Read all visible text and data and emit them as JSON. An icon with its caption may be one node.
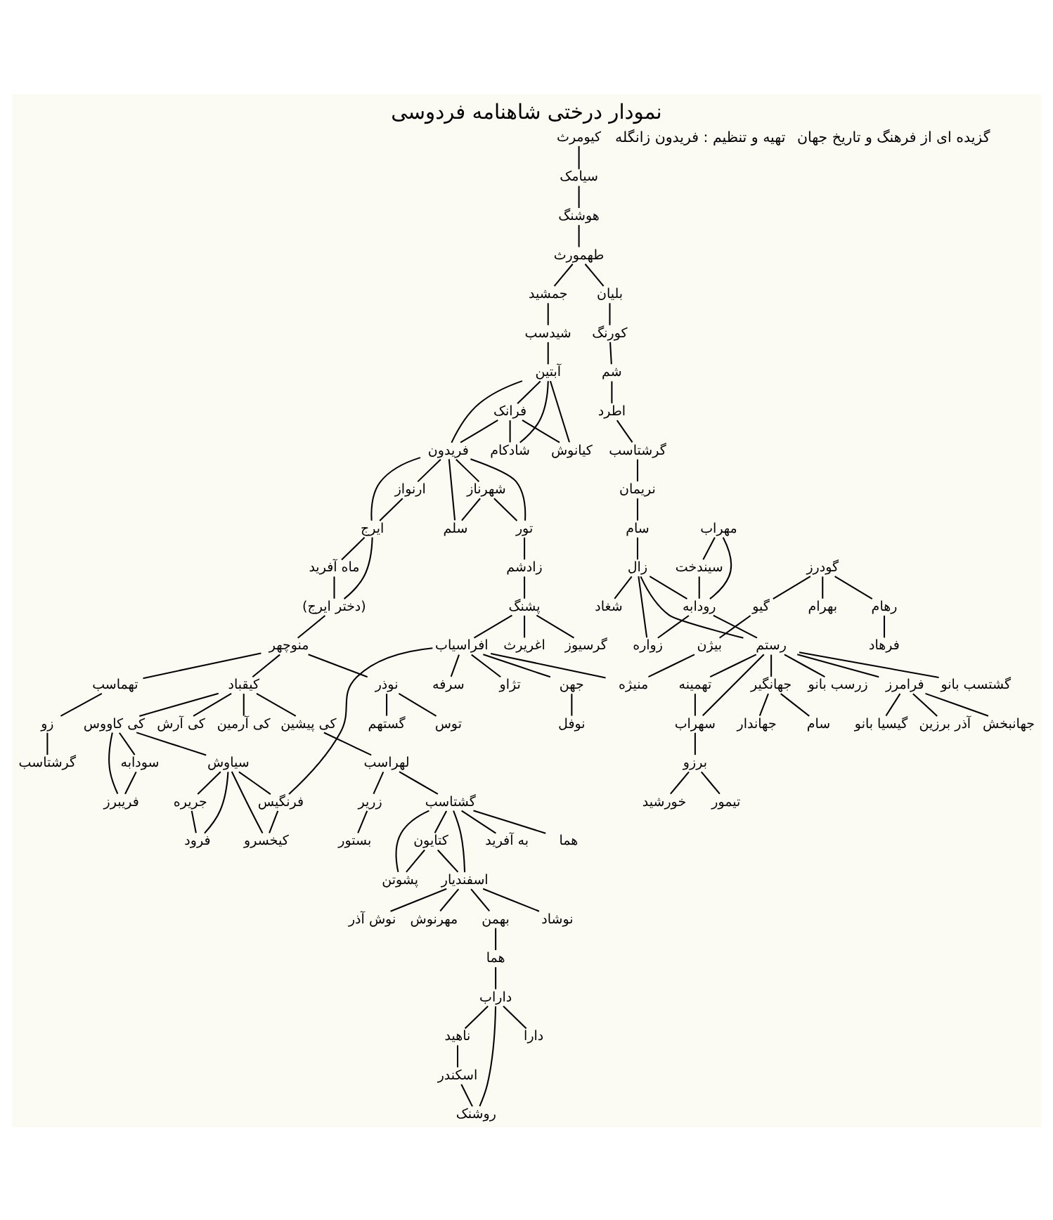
{
  "diagram": {
    "title": "نمودار درختی شاهنامه فردوسی",
    "nodes": [
      {
        "text": [
          "کیومرث"
        ]
      },
      {
        "text": [
          "سیامک"
        ]
      },
      {
        "text": [
          "هوشنگ"
        ]
      },
      {
        "text": [
          "طهمورث"
        ]
      },
      {
        "text": [
          "جمشید"
        ]
      },
      {
        "text": [
          "بلیان"
        ]
      },
      {
        "text": [
          "شیدسب"
        ]
      },
      {
        "text": [
          "کورنگ"
        ]
      },
      {
        "text": [
          "آبتین"
        ]
      },
      {
        "text": [
          "فرانک"
        ]
      },
      {
        "text": [
          "شم"
        ]
      },
      {
        "text": [
          "کیانوش"
        ]
      },
      {
        "text": [
          "ارنواز"
        ]
      },
      {
        "text": [
          "فریدون"
        ]
      },
      {
        "text": [
          "شهرناز"
        ]
      },
      {
        "text": [
          "شادکام"
        ]
      },
      {
        "text": [
          "اطرد"
        ]
      },
      {
        "text": [
          "سلم"
        ]
      },
      {
        "text": [
          "تور"
        ]
      },
      {
        "text": [
          "ایرج"
        ]
      },
      {
        "text": [
          "ماه آفرید"
        ]
      },
      {
        "text": [
          "گرشتاسب"
        ]
      },
      {
        "text": [
          "(دختر ایرج)"
        ]
      },
      {
        "text": [
          "زادشم"
        ]
      },
      {
        "text": [
          "گودرز"
        ]
      },
      {
        "text": [
          "نریمان"
        ]
      },
      {
        "text": [
          "پشنگ"
        ]
      },
      {
        "text": [
          "منوچهر"
        ]
      },
      {
        "text": [
          "بهرام"
        ]
      },
      {
        "text": [
          "رهام"
        ]
      },
      {
        "text": [
          "گیو"
        ]
      },
      {
        "text": [
          "سام"
        ]
      },
      {
        "text": [
          "سیندخت"
        ]
      },
      {
        "text": [
          "مهراب"
        ]
      },
      {
        "text": [
          "اغریرث"
        ]
      },
      {
        "text": [
          "گرسیوز"
        ]
      },
      {
        "text": [
          "افراسیاب"
        ]
      },
      {
        "text": [
          "کیقباد"
        ]
      },
      {
        "text": [
          "نوذر"
        ]
      },
      {
        "text": [
          "تهماسب"
        ]
      },
      {
        "text": [
          "فرهاد"
        ]
      },
      {
        "text": [
          "رودابه"
        ]
      },
      {
        "text": [
          "زال"
        ]
      },
      {
        "text": [
          "زو"
        ]
      },
      {
        "text": [
          "توس"
        ]
      },
      {
        "text": [
          "گستهم"
        ]
      },
      {
        "text": [
          "تژاو"
        ]
      },
      {
        "text": [
          "جهن"
        ]
      },
      {
        "text": [
          "سرفه"
        ]
      },
      {
        "text": [
          "منیژه"
        ]
      },
      {
        "text": [
          "بیژن"
        ]
      },
      {
        "text": [
          "گرشتاسب"
        ]
      },
      {
        "text": [
          "نوفل"
        ]
      },
      {
        "text": [
          "شغاد"
        ]
      },
      {
        "text": [
          "تهمینه"
        ]
      },
      {
        "text": [
          "رستم"
        ]
      },
      {
        "text": [
          "زواره"
        ]
      },
      {
        "text": [
          "کی آرش"
        ]
      },
      {
        "text": [
          "کی آرمین"
        ]
      },
      {
        "text": [
          "کی پیشین"
        ]
      },
      {
        "text": [
          "سودابه"
        ]
      },
      {
        "text": [
          "کی کاووس"
        ]
      },
      {
        "text": [
          "سهراب"
        ]
      },
      {
        "text": [
          "جهانگیر"
        ]
      },
      {
        "text": [
          "زرسب بانو"
        ]
      },
      {
        "text": [
          "فرامرز"
        ]
      },
      {
        "text": [
          "گشتسب بانو"
        ]
      },
      {
        "text": [
          "فریبرز"
        ]
      },
      {
        "text": [
          "لهراسب"
        ]
      },
      {
        "text": [
          "جریره"
        ]
      },
      {
        "text": [
          "سیاوش"
        ]
      },
      {
        "text": [
          "فرنگیس"
        ]
      },
      {
        "text": [
          "برزو"
        ]
      },
      {
        "text": [
          "سام"
        ]
      },
      {
        "text": [
          "جهاندار"
        ]
      },
      {
        "text": [
          "گیسیا بانو"
        ]
      },
      {
        "text": [
          "آذر برزین"
        ]
      },
      {
        "text": [
          "جهانبخش"
        ]
      },
      {
        "text": [
          "کیخسرو"
        ]
      },
      {
        "text": [
          "فرود"
        ]
      },
      {
        "text": [
          "زریر"
        ]
      },
      {
        "text": [
          "گشتاسب"
        ]
      },
      {
        "text": [
          "کتایون"
        ]
      },
      {
        "text": [
          "تیمور"
        ]
      },
      {
        "text": [
          "خورشید"
        ]
      },
      {
        "text": [
          "بستور"
        ]
      },
      {
        "text": [
          "به آفرید"
        ]
      },
      {
        "text": [
          "هما"
        ]
      },
      {
        "text": [
          "پشوتن"
        ]
      },
      {
        "text": [
          "اسفندیار"
        ]
      },
      {
        "text": [
          "نوش آذر"
        ]
      },
      {
        "text": [
          "مهرنوش"
        ]
      },
      {
        "text": [
          "بهمن"
        ]
      },
      {
        "text": [
          "نوشاد"
        ]
      },
      {
        "text": [
          "هما"
        ]
      },
      {
        "text": [
          "ناهید"
        ]
      },
      {
        "text": [
          "داراب"
        ]
      },
      {
        "text": [
          "اسکندر"
        ]
      },
      {
        "text": [
          "روشنک"
        ]
      },
      {
        "text": [
          "دارا"
        ]
      }
    ],
    "edges": [
      {
        "from": 0,
        "to": 1,
        "arrow": "none"
      },
      {
        "from": 1,
        "to": 2,
        "arrow": "none"
      },
      {
        "from": 2,
        "to": 3,
        "arrow": "none"
      },
      {
        "from": 3,
        "to": 4,
        "arrow": "none"
      },
      {
        "from": 3,
        "to": 5,
        "arrow": "none"
      },
      {
        "from": 4,
        "to": 6,
        "arrow": "none"
      },
      {
        "from": 6,
        "to": 8,
        "arrow": "none"
      },
      {
        "from": 8,
        "to": 9,
        "arrow": "none"
      },
      {
        "from": 8,
        "to": 11,
        "arrow": "none"
      },
      {
        "from": 9,
        "to": 11,
        "arrow": "none"
      },
      {
        "from": 8,
        "to": 13,
        "arrow": "none"
      },
      {
        "from": 9,
        "to": 13,
        "arrow": "none"
      },
      {
        "from": 8,
        "to": 15,
        "arrow": "none"
      },
      {
        "from": 9,
        "to": 15,
        "arrow": "none"
      },
      {
        "from": 13,
        "to": 12,
        "arrow": "none"
      },
      {
        "from": 13,
        "to": 14,
        "arrow": "none"
      },
      {
        "from": 13,
        "to": 17,
        "arrow": "none"
      },
      {
        "from": 14,
        "to": 17,
        "arrow": "none"
      },
      {
        "from": 13,
        "to": 18,
        "arrow": "none"
      },
      {
        "from": 14,
        "to": 18,
        "arrow": "none"
      },
      {
        "from": 13,
        "to": 19,
        "arrow": "none"
      },
      {
        "from": 12,
        "to": 19,
        "arrow": "none"
      },
      {
        "from": 19,
        "to": 20,
        "arrow": "none"
      },
      {
        "from": 19,
        "to": 22,
        "arrow": "none"
      },
      {
        "from": 20,
        "to": 22,
        "arrow": "none"
      },
      {
        "from": 22,
        "to": 27,
        "arrow": "none"
      },
      {
        "from": 27,
        "to": 37,
        "arrow": "none"
      },
      {
        "from": 27,
        "to": 38,
        "arrow": "none"
      },
      {
        "from": 27,
        "to": 39,
        "arrow": "none"
      },
      {
        "from": 38,
        "to": 44,
        "arrow": "none"
      },
      {
        "from": 38,
        "to": 45,
        "arrow": "none"
      },
      {
        "from": 39,
        "to": 43,
        "arrow": "none"
      },
      {
        "from": 43,
        "to": 51,
        "arrow": "none"
      },
      {
        "from": 37,
        "to": 57,
        "arrow": "none"
      },
      {
        "from": 37,
        "to": 58,
        "arrow": "none"
      },
      {
        "from": 37,
        "to": 59,
        "arrow": "none"
      },
      {
        "from": 37,
        "to": 61,
        "arrow": "none"
      },
      {
        "from": 61,
        "to": 60,
        "arrow": "none"
      },
      {
        "from": 61,
        "to": 67,
        "arrow": "none"
      },
      {
        "from": 60,
        "to": 67,
        "arrow": "none"
      },
      {
        "from": 61,
        "to": 70,
        "arrow": "none"
      },
      {
        "from": 70,
        "to": 71,
        "arrow": "none"
      },
      {
        "from": 70,
        "to": 78,
        "arrow": "none"
      },
      {
        "from": 71,
        "to": 78,
        "arrow": "none"
      },
      {
        "from": 70,
        "to": 69,
        "arrow": "none"
      },
      {
        "from": 70,
        "to": 79,
        "arrow": "none"
      },
      {
        "from": 69,
        "to": 79,
        "arrow": "none"
      },
      {
        "from": 18,
        "to": 23,
        "arrow": "none"
      },
      {
        "from": 23,
        "to": 26,
        "arrow": "none"
      },
      {
        "from": 26,
        "to": 34,
        "arrow": "none"
      },
      {
        "from": 26,
        "to": 35,
        "arrow": "none"
      },
      {
        "from": 26,
        "to": 36,
        "arrow": "none"
      },
      {
        "from": 36,
        "to": 46,
        "arrow": "none"
      },
      {
        "from": 36,
        "to": 47,
        "arrow": "none"
      },
      {
        "from": 36,
        "to": 48,
        "arrow": "none"
      },
      {
        "from": 36,
        "to": 49,
        "arrow": "none"
      },
      {
        "from": 36,
        "to": 71,
        "arrow": "none"
      },
      {
        "from": 47,
        "to": 52,
        "arrow": "none"
      },
      {
        "from": 24,
        "to": 28,
        "arrow": "none"
      },
      {
        "from": 24,
        "to": 29,
        "arrow": "none"
      },
      {
        "from": 24,
        "to": 30,
        "arrow": "none"
      },
      {
        "from": 29,
        "to": 40,
        "arrow": "none"
      },
      {
        "from": 30,
        "to": 50,
        "arrow": "none"
      },
      {
        "from": 50,
        "to": 49,
        "arrow": "none"
      },
      {
        "from": 59,
        "to": 68,
        "arrow": "none"
      },
      {
        "from": 68,
        "to": 80,
        "arrow": "none"
      },
      {
        "from": 68,
        "to": 81,
        "arrow": "none"
      },
      {
        "from": 81,
        "to": 82,
        "arrow": "none"
      },
      {
        "from": 81,
        "to": 88,
        "arrow": "none"
      },
      {
        "from": 82,
        "to": 88,
        "arrow": "none"
      },
      {
        "from": 81,
        "to": 89,
        "arrow": "none"
      },
      {
        "from": 82,
        "to": 89,
        "arrow": "none"
      },
      {
        "from": 81,
        "to": 86,
        "arrow": "none"
      },
      {
        "from": 81,
        "to": 87,
        "arrow": "none"
      },
      {
        "from": 80,
        "to": 85,
        "arrow": "none"
      },
      {
        "from": 89,
        "to": 90,
        "arrow": "none"
      },
      {
        "from": 89,
        "to": 91,
        "arrow": "none"
      },
      {
        "from": 89,
        "to": 92,
        "arrow": "none"
      },
      {
        "from": 89,
        "to": 93,
        "arrow": "none"
      },
      {
        "from": 92,
        "to": 94,
        "arrow": "none"
      },
      {
        "from": 94,
        "to": 96,
        "arrow": "none"
      },
      {
        "from": 96,
        "to": 95,
        "arrow": "none"
      },
      {
        "from": 96,
        "to": 98,
        "arrow": "none"
      },
      {
        "from": 96,
        "to": 99,
        "arrow": "none"
      },
      {
        "from": 95,
        "to": 97,
        "arrow": "none"
      },
      {
        "from": 97,
        "to": 98,
        "arrow": "none"
      },
      {
        "from": 5,
        "to": 7,
        "arrow": "none"
      },
      {
        "from": 7,
        "to": 10,
        "arrow": "none"
      },
      {
        "from": 10,
        "to": 16,
        "arrow": "none"
      },
      {
        "from": 16,
        "to": 21,
        "arrow": "none"
      },
      {
        "from": 21,
        "to": 25,
        "arrow": "none"
      },
      {
        "from": 25,
        "to": 31,
        "arrow": "none"
      },
      {
        "from": 31,
        "to": 42,
        "arrow": "none"
      },
      {
        "from": 42,
        "to": 53,
        "arrow": "none"
      },
      {
        "from": 33,
        "to": 32,
        "arrow": "none"
      },
      {
        "from": 33,
        "to": 41,
        "arrow": "none"
      },
      {
        "from": 32,
        "to": 41,
        "arrow": "none"
      },
      {
        "from": 42,
        "to": 41,
        "arrow": "none"
      },
      {
        "from": 42,
        "to": 55,
        "arrow": "none"
      },
      {
        "from": 41,
        "to": 55,
        "arrow": "none"
      },
      {
        "from": 42,
        "to": 56,
        "arrow": "none"
      },
      {
        "from": 41,
        "to": 56,
        "arrow": "none"
      },
      {
        "from": 55,
        "to": 54,
        "arrow": "none"
      },
      {
        "from": 55,
        "to": 62,
        "arrow": "none"
      },
      {
        "from": 54,
        "to": 62,
        "arrow": "none"
      },
      {
        "from": 62,
        "to": 72,
        "arrow": "none"
      },
      {
        "from": 72,
        "to": 83,
        "arrow": "none"
      },
      {
        "from": 72,
        "to": 84,
        "arrow": "none"
      },
      {
        "from": 55,
        "to": 63,
        "arrow": "none"
      },
      {
        "from": 55,
        "to": 64,
        "arrow": "none"
      },
      {
        "from": 55,
        "to": 65,
        "arrow": "none"
      },
      {
        "from": 55,
        "to": 66,
        "arrow": "none"
      },
      {
        "from": 63,
        "to": 73,
        "arrow": "none"
      },
      {
        "from": 63,
        "to": 74,
        "arrow": "none"
      },
      {
        "from": 65,
        "to": 75,
        "arrow": "none"
      },
      {
        "from": 65,
        "to": 76,
        "arrow": "none"
      },
      {
        "from": 65,
        "to": 77,
        "arrow": "none"
      }
    ],
    "labels": [
      "تهیه و تنظیم : فریدون زانگله",
      "گزیده ای از فرهنگ و تاریخ جهان"
    ]
  }
}
